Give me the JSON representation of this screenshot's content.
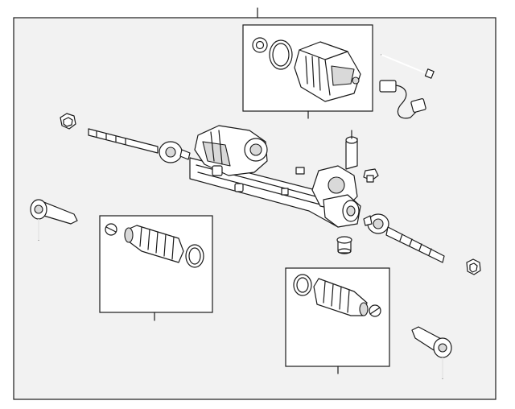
{
  "diagram": {
    "title": "",
    "colors": {
      "background": "#ffffff",
      "panel": "#f2f2f2",
      "line": "#1a1a1a",
      "part_shade": "#d9d9d9"
    },
    "parts": [
      {
        "name": "steering-gear-assembly",
        "icon": "steering-gear-icon"
      },
      {
        "name": "motor-assembly-kit",
        "icon": "motor-icon"
      },
      {
        "name": "left-boot-kit",
        "icon": "boot-icon"
      },
      {
        "name": "right-boot-kit",
        "icon": "boot-icon"
      },
      {
        "name": "inner-tie-rod-left",
        "icon": "tie-rod-icon"
      },
      {
        "name": "inner-tie-rod-right",
        "icon": "tie-rod-icon"
      },
      {
        "name": "outer-tie-rod-left",
        "icon": "tie-rod-end-icon"
      },
      {
        "name": "outer-tie-rod-right",
        "icon": "tie-rod-end-icon"
      },
      {
        "name": "jam-nut-left",
        "icon": "hex-nut-icon"
      },
      {
        "name": "jam-nut-right",
        "icon": "hex-nut-icon"
      },
      {
        "name": "wire-harness",
        "icon": "connector-icon"
      },
      {
        "name": "mount-bolt",
        "icon": "bolt-icon"
      },
      {
        "name": "bushing",
        "icon": "bushing-icon"
      },
      {
        "name": "plug",
        "icon": "plug-icon"
      }
    ]
  }
}
